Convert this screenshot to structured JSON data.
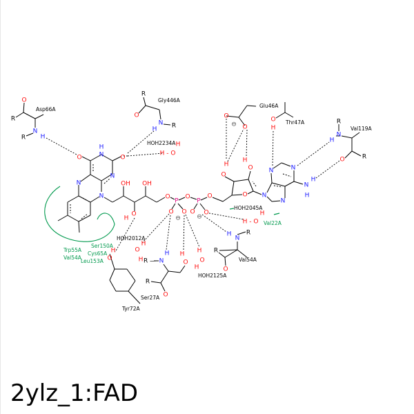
{
  "title": "2ylz_1:FAD",
  "atom_labels": {
    "O": "O",
    "N": "N",
    "H": "H",
    "P": "P",
    "R": "R",
    "OH": "OH",
    "minus": "⊖",
    "dash": "–",
    "hdash": "H - O",
    "Rdash": "R —"
  },
  "residues": {
    "asp66": "Asp66A",
    "gly446": "Gly446A",
    "hoh2234": "HOH2234A",
    "glu46": "Glu46A",
    "thr47": "Thr47A",
    "val119": "Val119A",
    "hoh2045": "HOH2045A",
    "val22": "Val22A",
    "hoh2012": "HOH2012A",
    "ser27": "Ser27A",
    "hoh2125": "HOH2125A",
    "val54": "Val54A",
    "tyr72": "Tyr72A",
    "trp55": "Trp55A",
    "val54b": "Val54A",
    "ser150": "Ser150A",
    "cys65": "Cys65A",
    "leu153": "Leu153A"
  },
  "colors": {
    "oxygen": "#ff0d0d",
    "nitrogen": "#1a1aff",
    "phosphorus": "#e0007f",
    "hydrophobic": "#00994d",
    "bond": "#000000"
  }
}
